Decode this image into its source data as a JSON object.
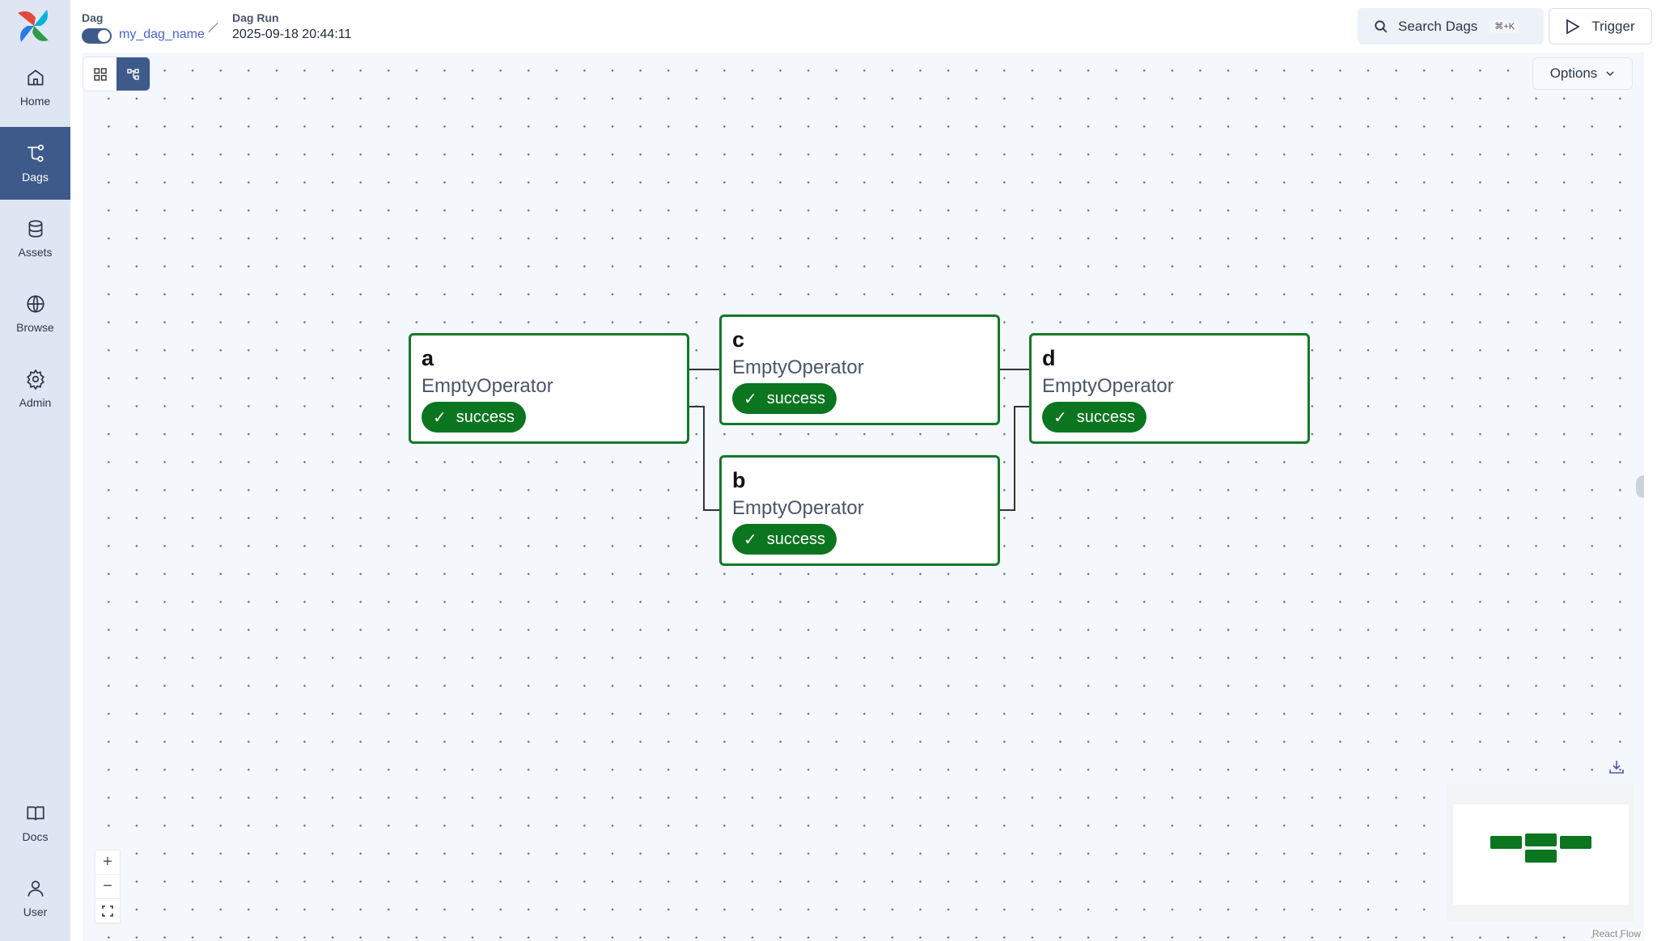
{
  "sidebar": {
    "items": [
      {
        "label": "Home",
        "icon": "home-icon"
      },
      {
        "label": "Dags",
        "icon": "dags-icon",
        "active": true
      },
      {
        "label": "Assets",
        "icon": "database-icon"
      },
      {
        "label": "Browse",
        "icon": "globe-icon"
      },
      {
        "label": "Admin",
        "icon": "gear-icon"
      },
      {
        "label": "Docs",
        "icon": "book-icon"
      },
      {
        "label": "User",
        "icon": "user-icon"
      }
    ]
  },
  "header": {
    "dag_label": "Dag",
    "dag_name": "my_dag_name",
    "dag_enabled": true,
    "run_label": "Dag Run",
    "run_value": "2025-09-18 20:44:11",
    "search_label": "Search Dags",
    "search_shortcut": "⌘+K",
    "trigger_label": "Trigger"
  },
  "toolbar": {
    "options_label": "Options",
    "view": "graph"
  },
  "graph": {
    "nodes": [
      {
        "id": "a",
        "operator": "EmptyOperator",
        "state": "success"
      },
      {
        "id": "c",
        "operator": "EmptyOperator",
        "state": "success"
      },
      {
        "id": "b",
        "operator": "EmptyOperator",
        "state": "success"
      },
      {
        "id": "d",
        "operator": "EmptyOperator",
        "state": "success"
      }
    ],
    "edges": [
      [
        "a",
        "c"
      ],
      [
        "a",
        "b"
      ],
      [
        "c",
        "d"
      ],
      [
        "b",
        "d"
      ]
    ],
    "success_color": "#0b7520"
  },
  "attribution": "React Flow"
}
